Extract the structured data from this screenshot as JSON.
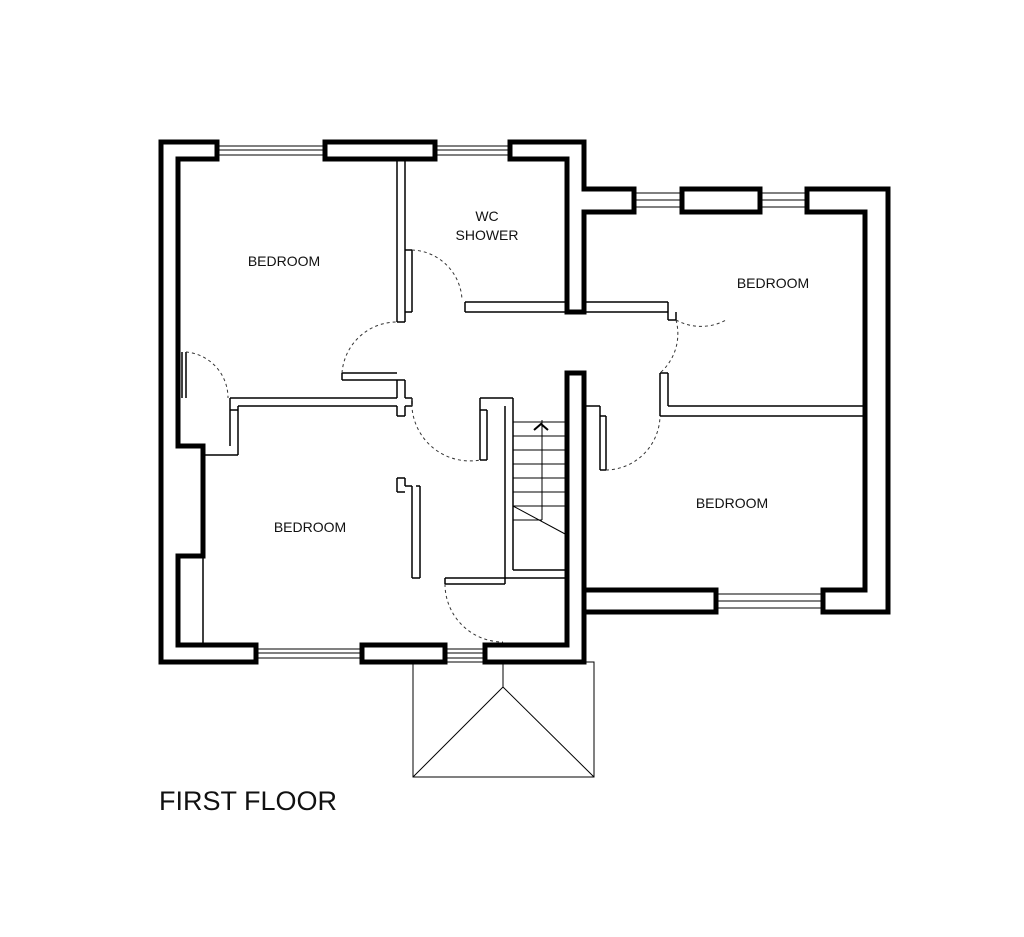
{
  "floor_title": "FIRST FLOOR",
  "rooms": {
    "bedroom_top_left": "BEDROOM",
    "wc_line1": "WC",
    "wc_line2": "SHOWER",
    "bedroom_top_right": "BEDROOM",
    "bedroom_bottom_left": "BEDROOM",
    "bedroom_bottom_right": "BEDROOM"
  },
  "colors": {
    "wall": "#000000",
    "background": "#ffffff"
  }
}
